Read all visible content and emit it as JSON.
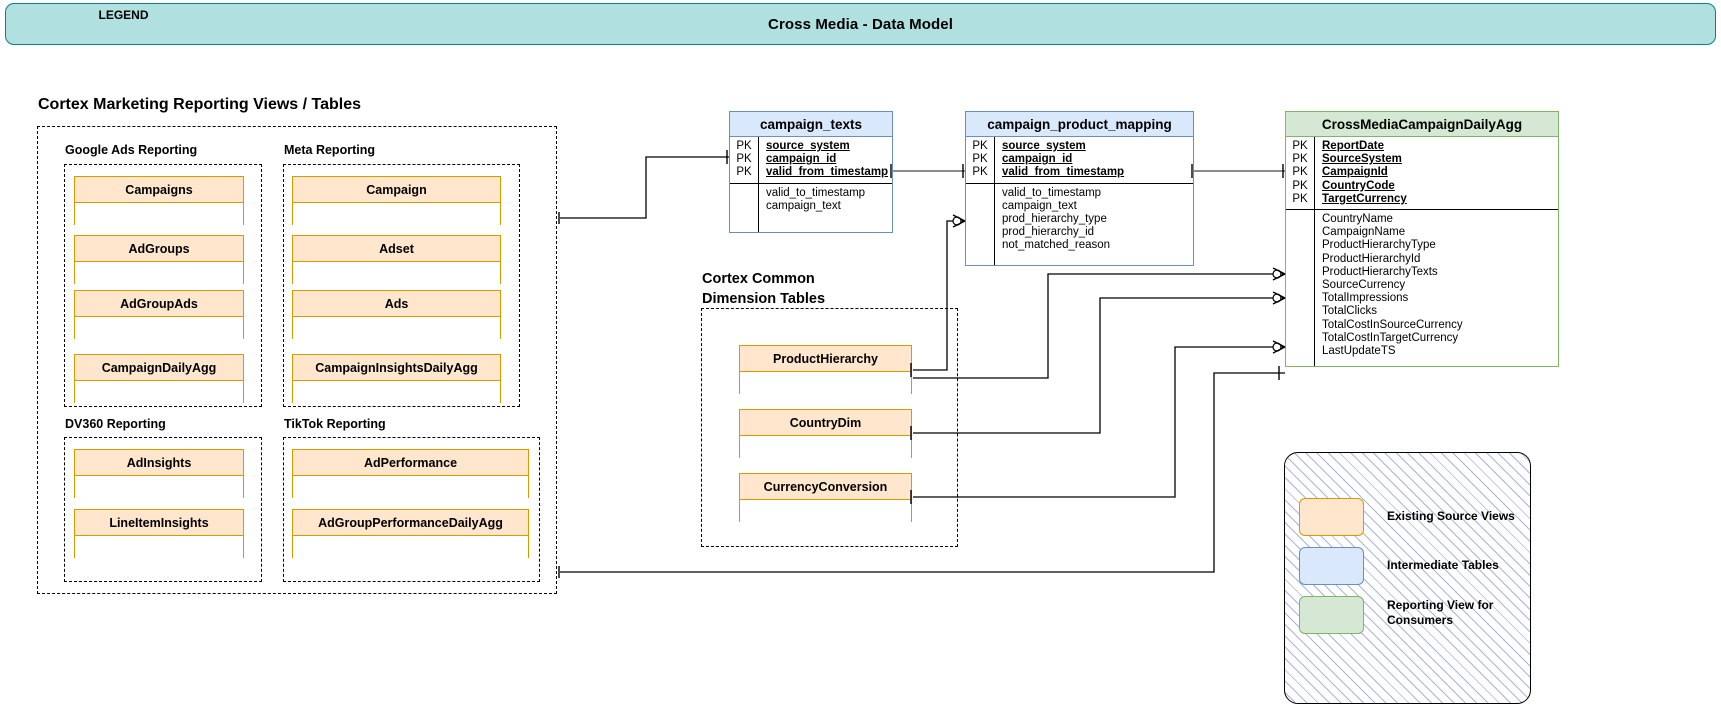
{
  "header": {
    "title": "Cross Media - Data Model"
  },
  "left_panel": {
    "title": "Cortex Marketing Reporting Views / Tables",
    "groups": [
      {
        "title": "Google Ads Reporting",
        "tables": [
          "Campaigns",
          "AdGroups",
          "AdGroupAds",
          "CampaignDailyAgg"
        ]
      },
      {
        "title": "Meta Reporting",
        "tables": [
          "Campaign",
          "Adset",
          "Ads",
          "CampaignInsightsDailyAgg"
        ]
      },
      {
        "title": "DV360 Reporting",
        "tables": [
          "AdInsights",
          "LineItemInsights"
        ]
      },
      {
        "title": "TikTok Reporting",
        "tables": [
          "AdPerformance",
          "AdGroupPerformanceDailyAgg"
        ]
      }
    ]
  },
  "dimension_panel": {
    "title_line1": "Cortex Common",
    "title_line2": "Dimension Tables",
    "tables": [
      "ProductHierarchy",
      "CountryDim",
      "CurrencyConversion"
    ]
  },
  "er_tables": [
    {
      "name": "campaign_texts",
      "style": "blue",
      "keys": [
        {
          "tag": "PK",
          "field": "source_system"
        },
        {
          "tag": "PK",
          "field": "campaign_id"
        },
        {
          "tag": "PK",
          "field": "valid_from_timestamp"
        }
      ],
      "fields": [
        "valid_to_timestamp",
        "campaign_text"
      ]
    },
    {
      "name": "campaign_product_mapping",
      "style": "blue",
      "keys": [
        {
          "tag": "PK",
          "field": "source_system"
        },
        {
          "tag": "PK",
          "field": "campaign_id"
        },
        {
          "tag": "PK",
          "field": "valid_from_timestamp"
        }
      ],
      "fields": [
        "valid_to_timestamp",
        "campaign_text",
        "prod_hierarchy_type",
        "prod_hierarchy_id",
        "not_matched_reason"
      ]
    },
    {
      "name": "CrossMediaCampaignDailyAgg",
      "style": "green",
      "keys": [
        {
          "tag": "PK",
          "field": "ReportDate"
        },
        {
          "tag": "PK",
          "field": "SourceSystem"
        },
        {
          "tag": "PK",
          "field": "CampaignId"
        },
        {
          "tag": "PK",
          "field": "CountryCode"
        },
        {
          "tag": "PK",
          "field": "TargetCurrency"
        }
      ],
      "fields": [
        "CountryName",
        "CampaignName",
        "ProductHierarchyType",
        "ProductHierarchyId",
        "ProductHierarchyTexts",
        "SourceCurrency",
        "TotalImpressions",
        "TotalClicks",
        "TotalCostInSourceCurrency",
        "TotalCostInTargetCurrency",
        "LastUpdateTS"
      ]
    }
  ],
  "legend": {
    "title": "LEGEND",
    "items": [
      {
        "swatch": "orange",
        "label": "Existing Source Views"
      },
      {
        "swatch": "blue",
        "label": "Intermediate Tables"
      },
      {
        "swatch": "green",
        "label": "Reporting View for Consumers"
      }
    ]
  },
  "colors": {
    "header_bg": "#b0e0e0",
    "header_border": "#0e8080",
    "source_fill": "#ffe6cc",
    "source_border": "#d79b00",
    "intermediate_fill": "#dae8fc",
    "intermediate_border": "#6c8ebf",
    "reporting_fill": "#d5e8d4",
    "reporting_border": "#82b366"
  }
}
